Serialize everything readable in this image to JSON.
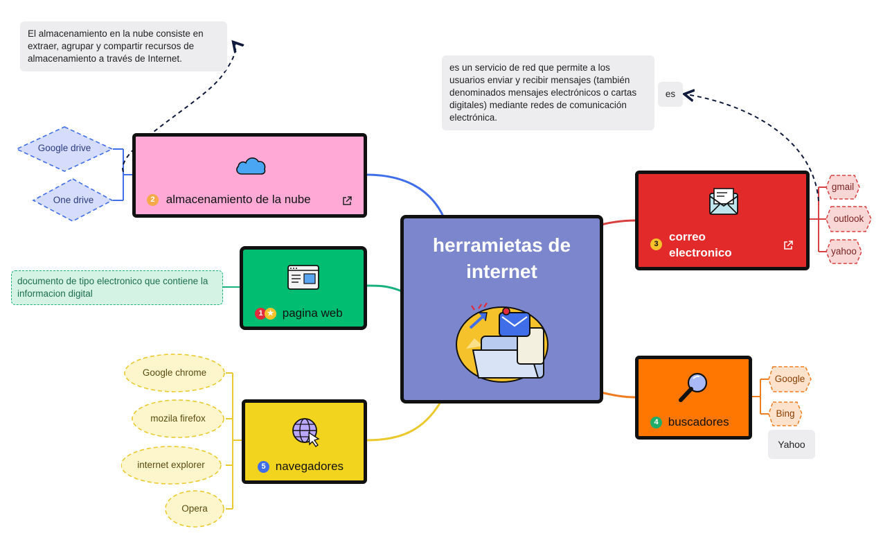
{
  "central": {
    "title_line1": "herramietas de",
    "title_line2": "internet"
  },
  "topics": {
    "almacenamiento": {
      "badge": "2",
      "label": "almacenamiento de la nube"
    },
    "pagina": {
      "badge": "1",
      "label": "pagina web"
    },
    "navegadores": {
      "badge": "5",
      "label": "navegadores"
    },
    "correo": {
      "badge": "3",
      "label_line1": "correo",
      "label_line2": "electronico"
    },
    "buscadores": {
      "badge": "4",
      "label": "buscadores"
    }
  },
  "notes": {
    "almacenamiento": "El almacenamiento en la nube consiste en extraer, agrupar y compartir recursos de almacenamiento a través de Internet.",
    "correo": "es un servicio de red que permite a los usuarios enviar y recibir mensajes (también denominados mensajes electrónicos o cartas digitales) mediante redes de comunicación electrónica.",
    "correo_es": "es",
    "pagina": "documento de tipo electronico que contiene la informacion digital"
  },
  "leaves": {
    "storage": [
      "Google drive",
      "One drive"
    ],
    "browsers": [
      "Google chrome",
      "mozila firefox",
      "internet explorer",
      "Opera"
    ],
    "mail": [
      "gmail",
      "outlook",
      "yahoo"
    ],
    "search": [
      "Google",
      "Bing",
      "Yahoo"
    ]
  },
  "colors": {
    "central": "#7b86cc",
    "almacenamiento": "#ffaad6",
    "pagina": "#00bd72",
    "navegadores": "#f2d41f",
    "correo": "#e22a2a",
    "buscadores": "#ff7700",
    "storage_link": "#3f6ee8",
    "web_link": "#19b07c",
    "browser_link": "#eac92e",
    "mail_link": "#d84040",
    "search_link": "#f07c20"
  }
}
